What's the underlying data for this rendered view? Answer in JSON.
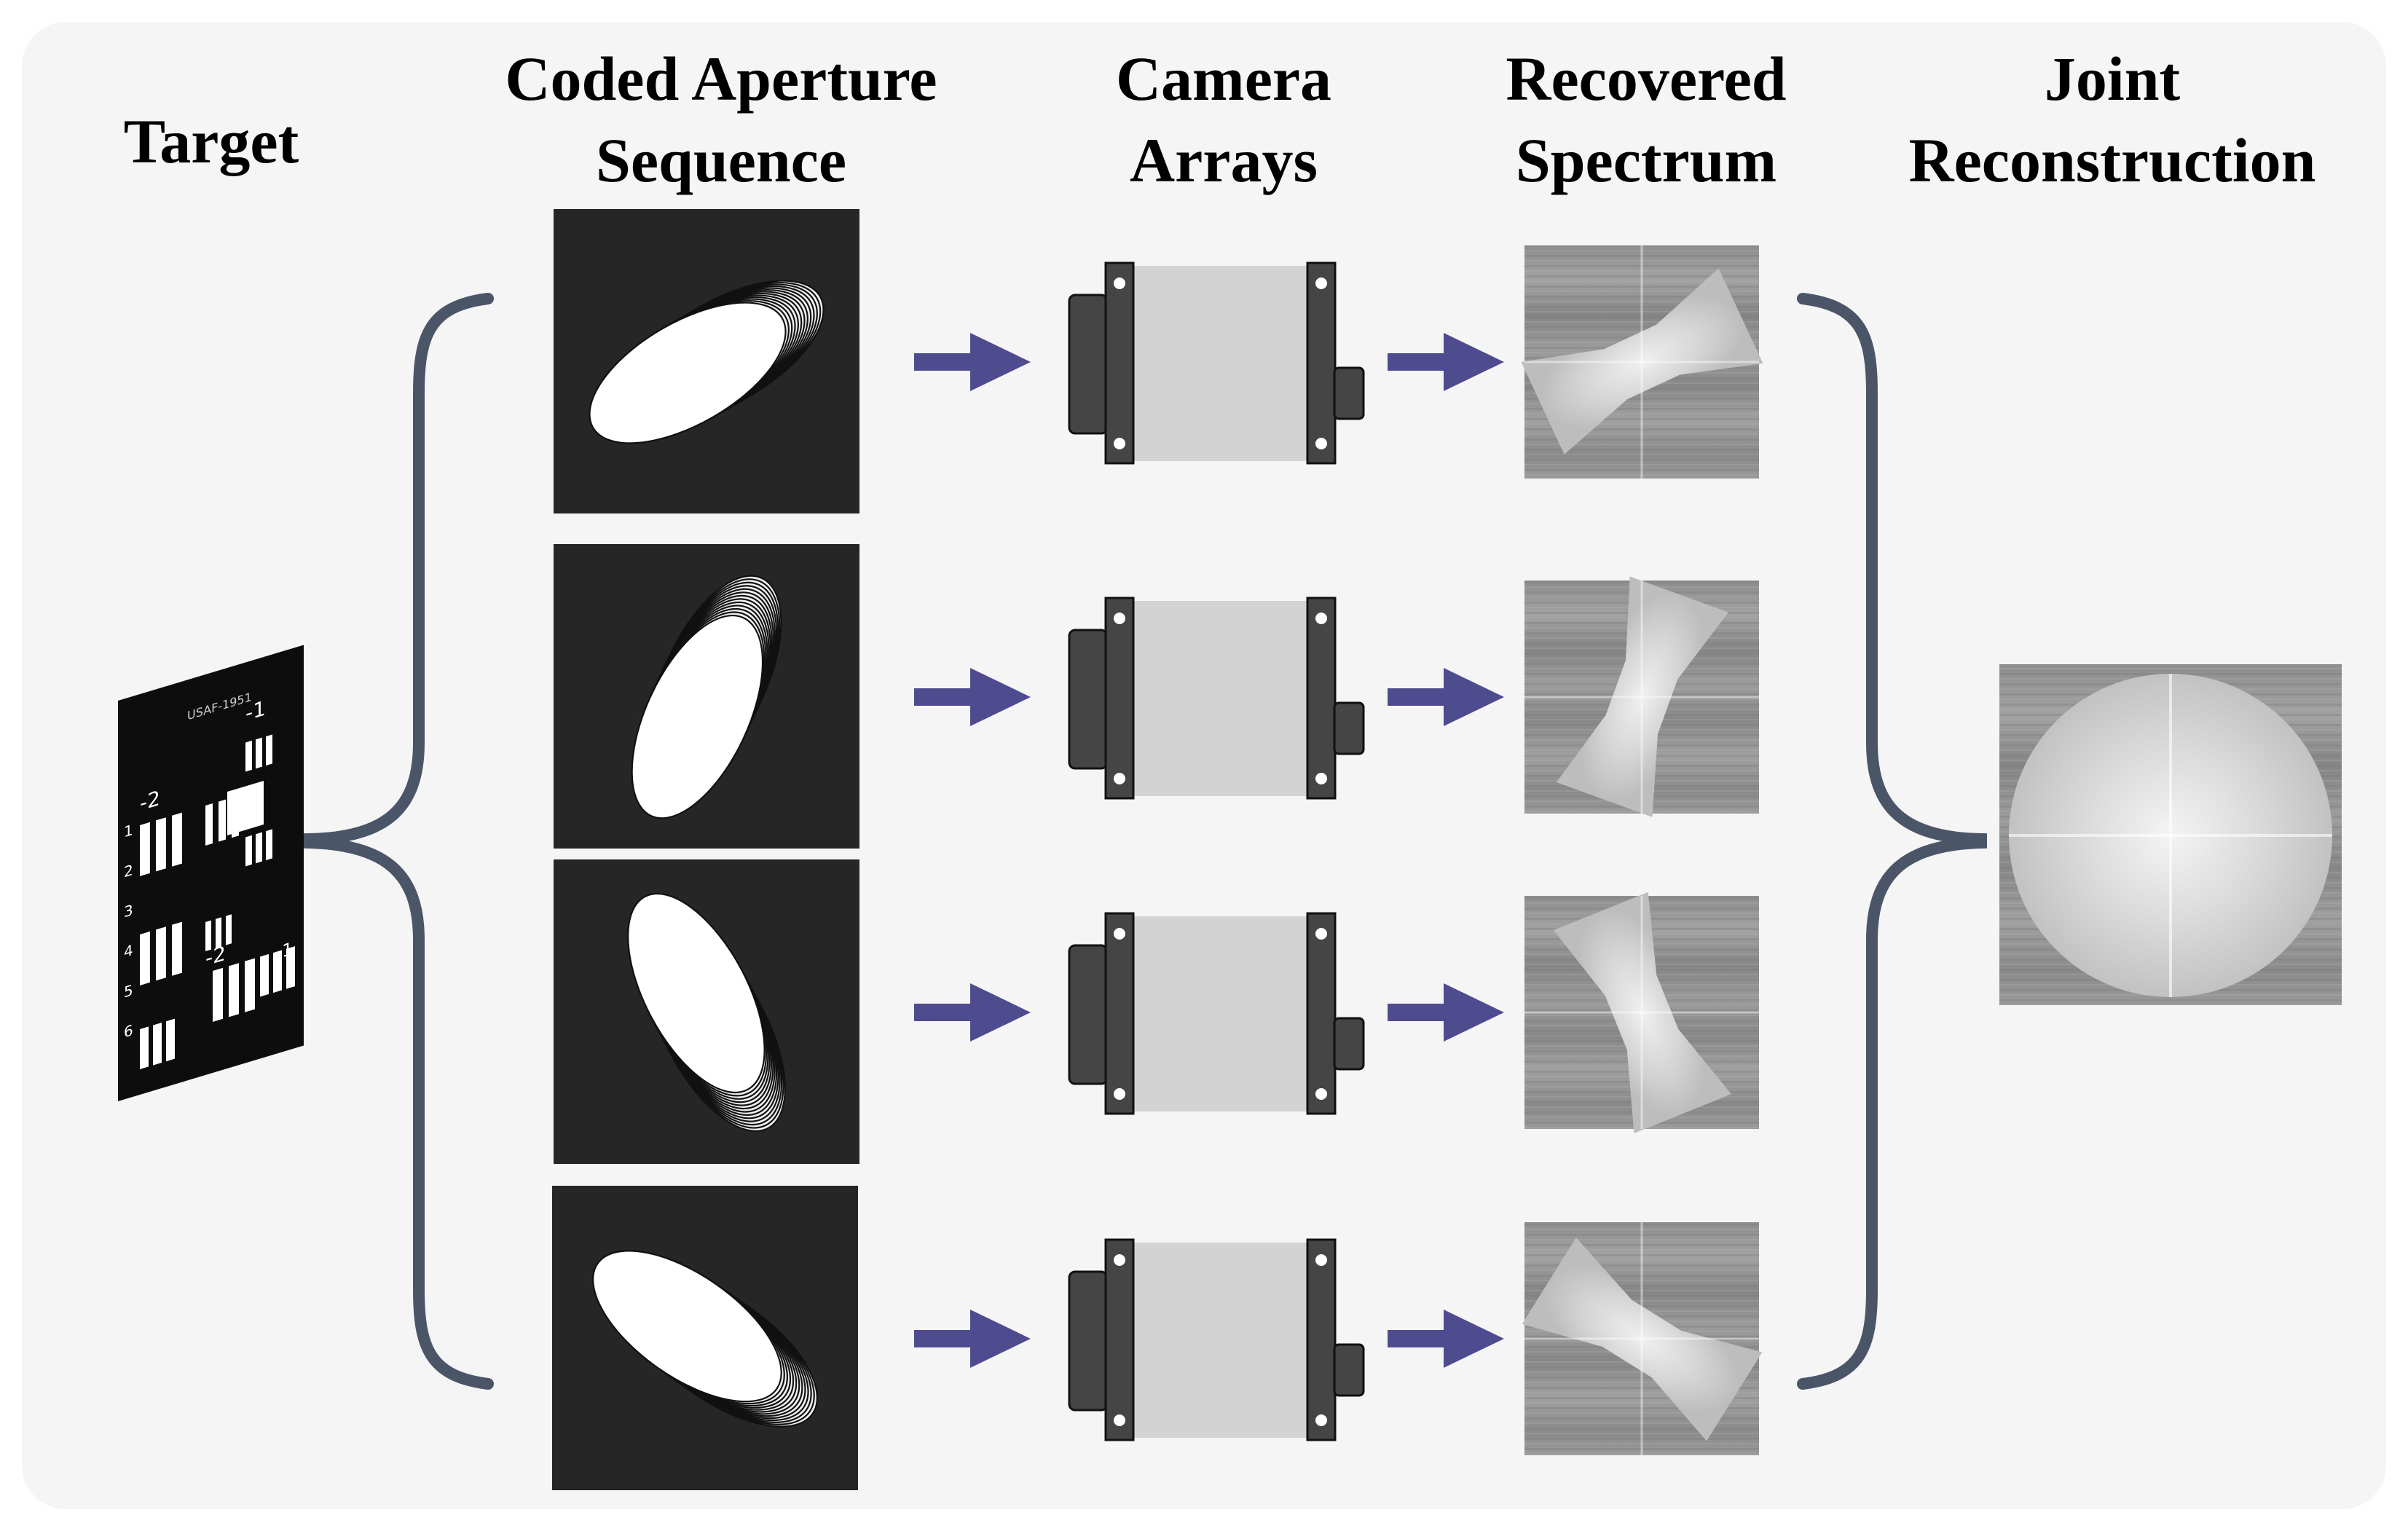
{
  "columns": {
    "target": "Target",
    "coded_aperture": "Coded Aperture\nSequence",
    "camera_arrays": "Camera\nArrays",
    "recovered_spectrum": "Recovered\nSpectrum",
    "joint_reconstruction": "Joint\nReconstruction"
  },
  "target_chart": {
    "header": "USAF-1951",
    "group_labels": [
      "-2",
      "-1",
      "-2",
      "1"
    ],
    "element_numbers": [
      "1",
      "2",
      "3",
      "4",
      "5",
      "6"
    ]
  },
  "rows": [
    {
      "aperture_angle": -30,
      "spectrum_angle": -25
    },
    {
      "aperture_angle": -65,
      "spectrum_angle": -70
    },
    {
      "aperture_angle": 62,
      "spectrum_angle": 68
    },
    {
      "aperture_angle": 35,
      "spectrum_angle": 32
    }
  ],
  "colors": {
    "panel_bg": "#f5f5f5",
    "brace": "#4a5568",
    "arrow": "#4f4b8f",
    "aperture_bg": "#262626",
    "camera_dark": "#454545",
    "camera_body": "#d3d3d3"
  },
  "icons": [
    "target-chart-icon",
    "coded-aperture-icon",
    "camera-icon",
    "spectrum-image-icon",
    "arrow-right-icon",
    "curly-brace-icon"
  ]
}
